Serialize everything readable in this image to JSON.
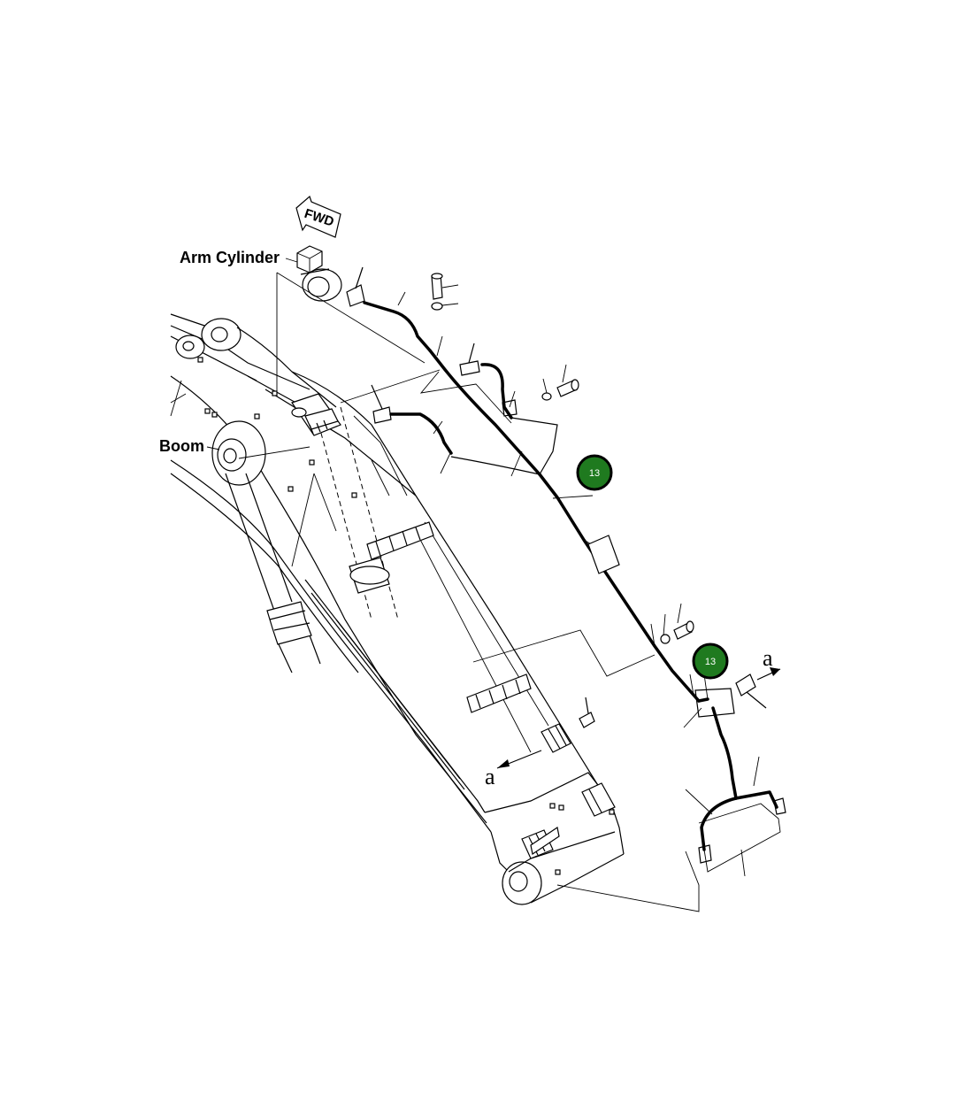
{
  "labels": {
    "arm_cylinder": "Arm Cylinder",
    "boom": "Boom",
    "fwd": "FWD",
    "ref_a_upper": "a",
    "ref_a_lower": "a"
  },
  "callouts": [
    {
      "number": "13"
    },
    {
      "number": "13"
    }
  ],
  "colors": {
    "callout_fill": "#1f7a1f",
    "callout_ring": "#000000",
    "line": "#000000",
    "background": "#ffffff"
  }
}
